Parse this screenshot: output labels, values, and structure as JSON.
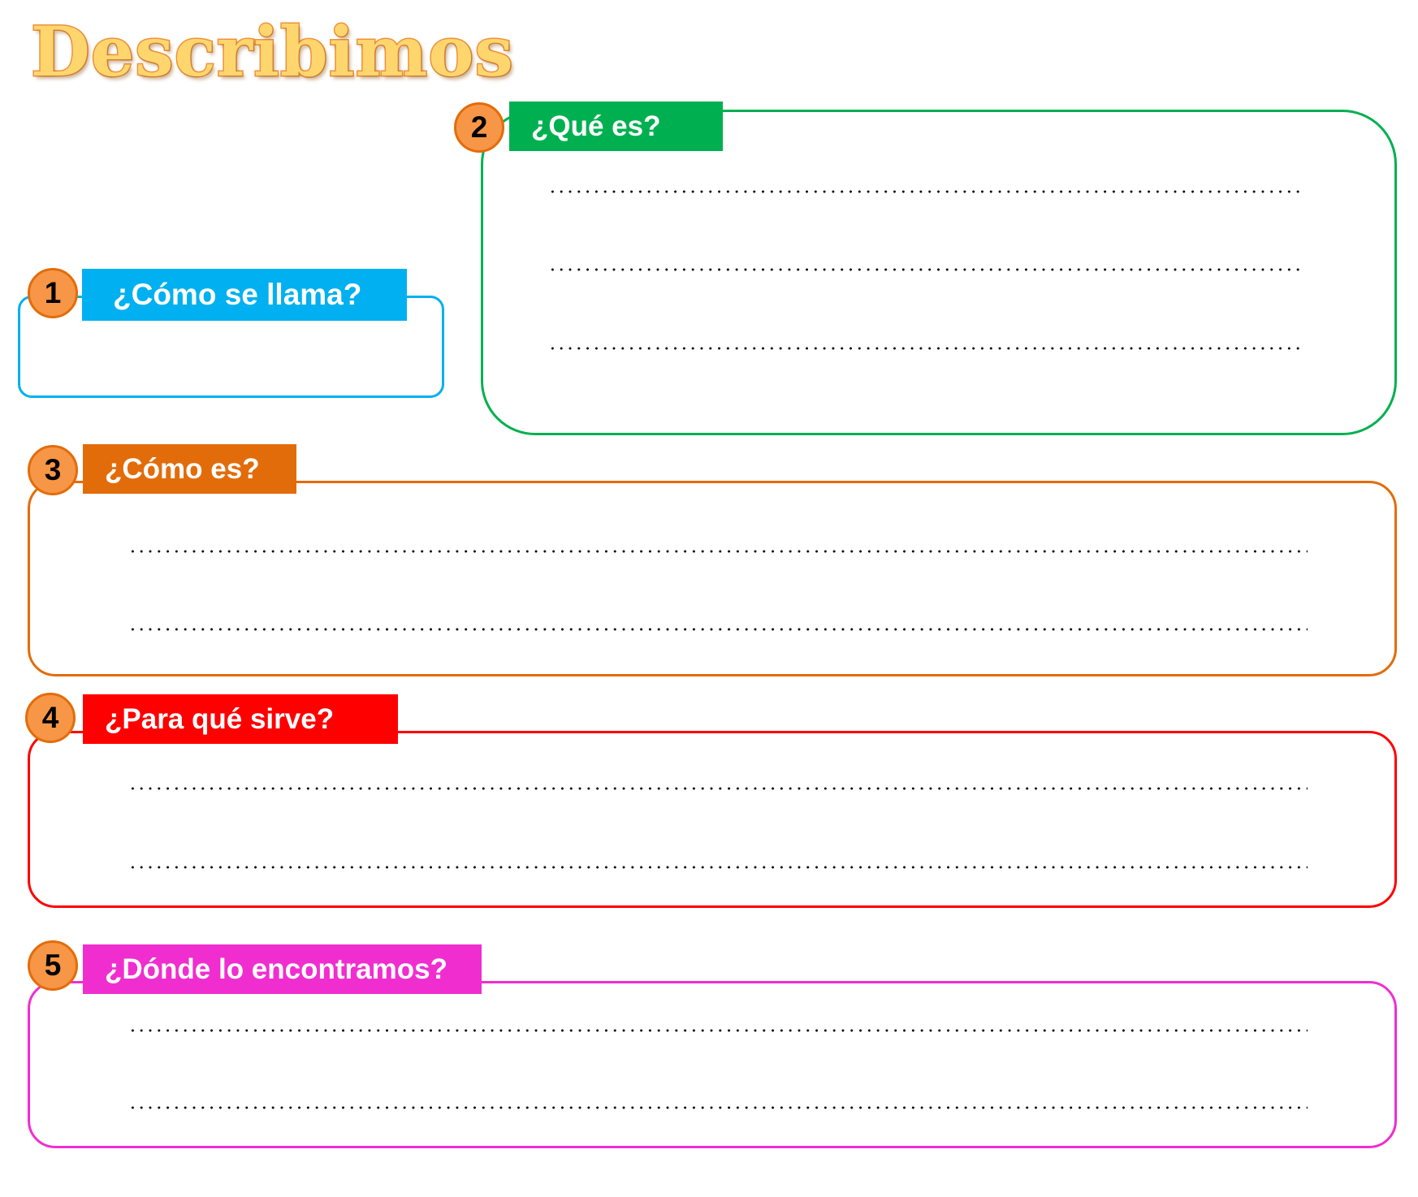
{
  "title": "Describimos",
  "sections": [
    {
      "number": "1",
      "question": "¿Cómo se llama?",
      "color": "#00B0F0"
    },
    {
      "number": "2",
      "question": "¿Qué es?",
      "color": "#00B050"
    },
    {
      "number": "3",
      "question": "¿Cómo es?",
      "color": "#E36C0A"
    },
    {
      "number": "4",
      "question": "¿Para qué sirve?",
      "color": "#FF0000"
    },
    {
      "number": "5",
      "question": "¿Dónde lo encontramos?",
      "color": "#F02ECF"
    }
  ]
}
